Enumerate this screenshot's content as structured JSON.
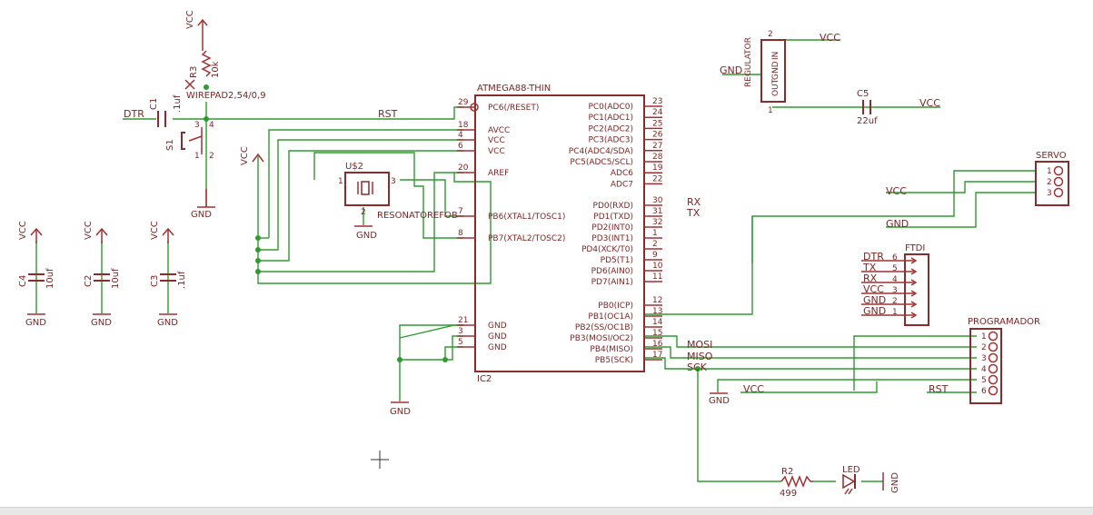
{
  "labels": {
    "vcc": "VCC",
    "gnd": "GND",
    "rst": "RST",
    "dtr": "DTR",
    "rx": "RX",
    "tx": "TX",
    "mosi": "MOSI",
    "miso": "MISO",
    "sck": "SCK"
  },
  "mcu": {
    "name": "ATMEGA88-THIN",
    "ref": "IC2",
    "left_pins": [
      {
        "num": "29",
        "name": "PC6(/RESET)"
      },
      {
        "num": "18",
        "name": "AVCC"
      },
      {
        "num": "4",
        "name": "VCC"
      },
      {
        "num": "6",
        "name": "VCC"
      },
      {
        "num": "20",
        "name": "AREF"
      },
      {
        "num": "7",
        "name": "PB6(XTAL1/TOSC1)"
      },
      {
        "num": "8",
        "name": "PB7(XTAL2/TOSC2)"
      },
      {
        "num": "21",
        "name": "GND"
      },
      {
        "num": "3",
        "name": "GND"
      },
      {
        "num": "5",
        "name": "GND"
      }
    ],
    "right_pins": [
      {
        "num": "23",
        "name": "PC0(ADC0)"
      },
      {
        "num": "24",
        "name": "PC1(ADC1)"
      },
      {
        "num": "25",
        "name": "PC2(ADC2)"
      },
      {
        "num": "26",
        "name": "PC3(ADC3)"
      },
      {
        "num": "27",
        "name": "PC4(ADC4/SDA)"
      },
      {
        "num": "28",
        "name": "PC5(ADC5/SCL)"
      },
      {
        "num": "19",
        "name": "ADC6"
      },
      {
        "num": "22",
        "name": "ADC7"
      },
      {
        "num": "30",
        "name": "PD0(RXD)"
      },
      {
        "num": "31",
        "name": "PD1(TXD)"
      },
      {
        "num": "32",
        "name": "PD2(INT0)"
      },
      {
        "num": "1",
        "name": "PD3(INT1)"
      },
      {
        "num": "2",
        "name": "PD4(XCK/T0)"
      },
      {
        "num": "9",
        "name": "PD5(T1)"
      },
      {
        "num": "10",
        "name": "PD6(AIN0)"
      },
      {
        "num": "11",
        "name": "PD7(AIN1)"
      },
      {
        "num": "12",
        "name": "PB0(ICP)"
      },
      {
        "num": "13",
        "name": "PB1(OC1A)"
      },
      {
        "num": "14",
        "name": "PB2(SS/OC1B)"
      },
      {
        "num": "15",
        "name": "PB3(MOSI/OC2)"
      },
      {
        "num": "16",
        "name": "PB4(MISO)"
      },
      {
        "num": "17",
        "name": "PB5(SCK)"
      }
    ]
  },
  "parts": {
    "r1_label": "R3",
    "r1_value": "10k",
    "wirepad": "WIREPAD2,54/0,9",
    "c1_name": "C1",
    "c1_value": ".1uf",
    "s1_name": "S1",
    "resonator_name": "U$2",
    "resonator_value": "RESONATOREFOB",
    "c4_name": "C4",
    "c4_value": "10uf",
    "c2_name": "C2",
    "c2_value": "10uf",
    "c3_name": "C3",
    "c3_value": ".1uf",
    "c5_name": "C5",
    "c5_value": "22uf",
    "regulator_name": "REGULATOR",
    "reg_in": "IN",
    "reg_gnd": "GND",
    "reg_out": "OUT",
    "r2_name": "R2",
    "r2_value": "499",
    "led_name": "LED",
    "servo_name": "SERVO",
    "ftdi_name": "FTDI",
    "programador_name": "PROGRAMADOR"
  },
  "ftdi_pins": [
    {
      "label": "DTR",
      "num": "6"
    },
    {
      "label": "TX",
      "num": "5"
    },
    {
      "label": "RX",
      "num": "4"
    },
    {
      "label": "VCC",
      "num": "3"
    },
    {
      "label": "GND",
      "num": "2"
    },
    {
      "label": "GND",
      "num": "1"
    }
  ],
  "servo_pins": [
    "1",
    "2",
    "3"
  ],
  "programador_pins": [
    "1",
    "2",
    "3",
    "4",
    "5",
    "6"
  ],
  "colors": {
    "component": "#8b2c2c",
    "wire": "#2f9a2f",
    "text": "#7a2626",
    "background": "#ffffff"
  }
}
